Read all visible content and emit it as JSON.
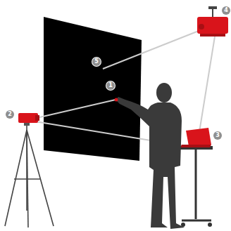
{
  "diagram": {
    "labels": [
      "5",
      "1",
      "2",
      "4",
      "3"
    ]
  }
}
